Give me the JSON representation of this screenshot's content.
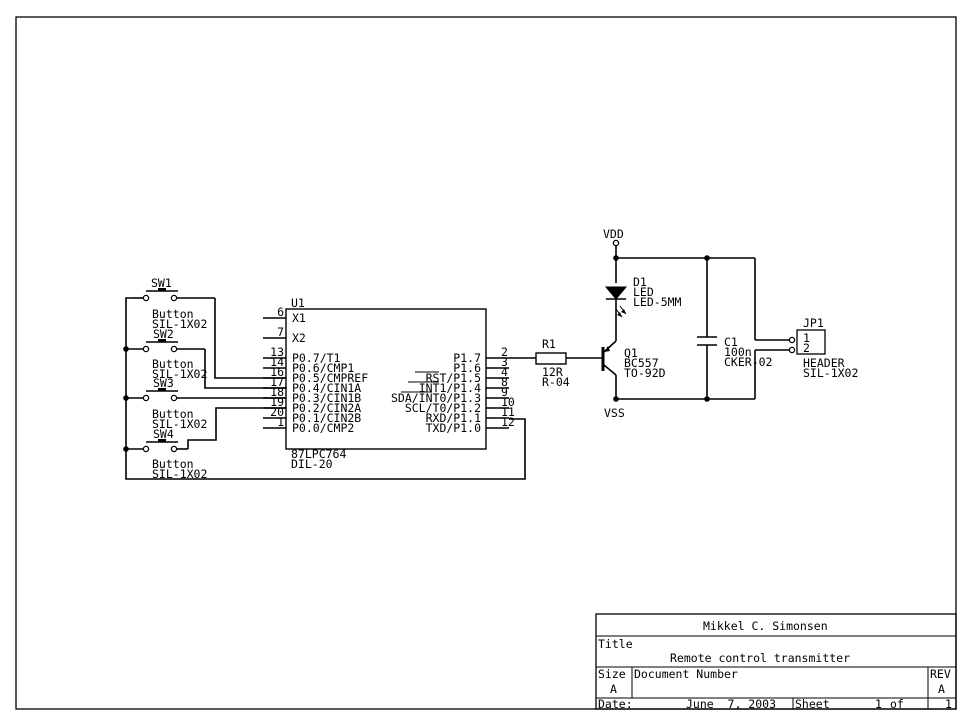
{
  "author": "Mikkel C. Simonsen",
  "title_label": "Title",
  "title": "Remote control transmitter",
  "size_label": "Size",
  "size": "A",
  "docnum_label": "Document Number",
  "rev_label": "REV",
  "rev": "A",
  "date_label": "Date:",
  "date": "June  7, 2003",
  "sheet_label": "Sheet",
  "sheet_num": "1",
  "of_label": "of",
  "sheet_total": "1",
  "switches": [
    {
      "ref": "SW1",
      "value": "Button",
      "footprint": "SIL-1X02"
    },
    {
      "ref": "SW2",
      "value": "Button",
      "footprint": "SIL-1X02"
    },
    {
      "ref": "SW3",
      "value": "Button",
      "footprint": "SIL-1X02"
    },
    {
      "ref": "SW4",
      "value": "Button",
      "footprint": "SIL-1X02"
    }
  ],
  "u1": {
    "ref": "U1",
    "value": "87LPC764",
    "footprint": "DIL-20",
    "left_pins": [
      {
        "num": "6",
        "name": "X1"
      },
      {
        "num": "7",
        "name": "X2"
      },
      {
        "num": "13",
        "name": "P0.7/T1"
      },
      {
        "num": "14",
        "name": "P0.6/CMP1"
      },
      {
        "num": "16",
        "name": "P0.5/CMPREF"
      },
      {
        "num": "17",
        "name": "P0.4/CIN1A"
      },
      {
        "num": "18",
        "name": "P0.3/CIN1B"
      },
      {
        "num": "19",
        "name": "P0.2/CIN2A"
      },
      {
        "num": "20",
        "name": "P0.1/CIN2B"
      },
      {
        "num": "1",
        "name": "P0.0/CMP2"
      }
    ],
    "right_pins": [
      {
        "num": "2",
        "name": "P1.7"
      },
      {
        "num": "3",
        "name": "P1.6"
      },
      {
        "num": "4",
        "name": "RST/P1.5"
      },
      {
        "num": "8",
        "name": "INT1/P1.4"
      },
      {
        "num": "9",
        "name": "SDA/INT0/P1.3"
      },
      {
        "num": "10",
        "name": "SCL/T0/P1.2"
      },
      {
        "num": "11",
        "name": "RXD/P1.1"
      },
      {
        "num": "12",
        "name": "TXD/P1.0"
      }
    ]
  },
  "r1": {
    "ref": "R1",
    "value": "12R",
    "footprint": "R-04"
  },
  "d1": {
    "ref": "D1",
    "value": "LED",
    "footprint": "LED-5MM"
  },
  "q1": {
    "ref": "Q1",
    "value": "BC557",
    "footprint": "TO-92D"
  },
  "c1": {
    "ref": "C1",
    "value": "100n",
    "footprint": "CKER-02"
  },
  "jp1": {
    "ref": "JP1",
    "value": "HEADER",
    "footprint": "SIL-1X02",
    "pins": [
      "1",
      "2"
    ]
  },
  "vdd": "VDD",
  "vss": "VSS"
}
